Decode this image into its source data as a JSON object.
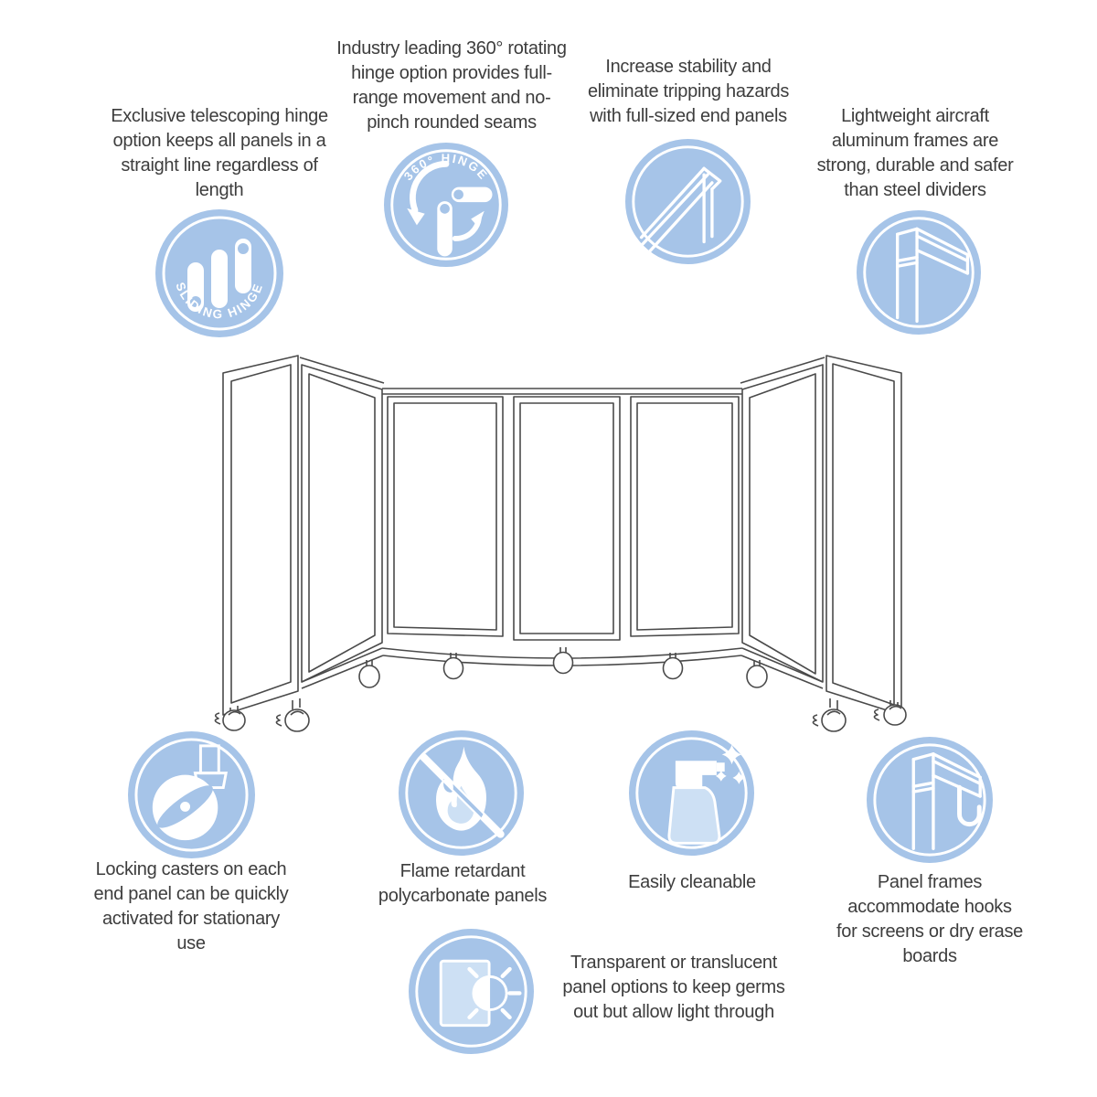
{
  "colors": {
    "icon_blue": "#a6c4e8",
    "icon_light_blue": "#cde0f4",
    "text": "#3d3d3d",
    "line_art": "#4a4a4a",
    "background": "#ffffff"
  },
  "illustration": "room-divider-line-drawing",
  "features": {
    "sliding_hinge": {
      "icon": "sliding-hinge-badge-icon",
      "badge_label": "SLIDING HINGE",
      "caption": "Exclusive telescoping hinge\noption keeps all panels in a\nstraight line regardless of\nlength"
    },
    "rotating_hinge": {
      "icon": "360-hinge-badge-icon",
      "badge_label": "360° HINGE",
      "caption": "Industry leading 360° rotating\nhinge option provides full-\nrange movement and no-\npinch rounded seams"
    },
    "end_panels": {
      "icon": "end-panel-icon",
      "caption": "Increase stability and\neliminate tripping hazards\nwith full-sized end panels"
    },
    "aluminum_frame": {
      "icon": "aluminum-frame-icon",
      "caption": "Lightweight aircraft\naluminum frames are\nstrong, durable and safer\nthan steel dividers"
    },
    "locking_casters": {
      "icon": "locking-caster-icon",
      "caption": "Locking casters on each\nend panel can be quickly\nactivated for stationary\nuse"
    },
    "flame_retardant": {
      "icon": "no-flame-icon",
      "caption": "Flame retardant\npolycarbonate panels"
    },
    "easily_cleanable": {
      "icon": "spray-bottle-icon",
      "caption": "Easily cleanable"
    },
    "hooks": {
      "icon": "frame-hook-icon",
      "caption": "Panel frames\naccommodate hooks\nfor screens or dry erase\nboards"
    },
    "translucent_panels": {
      "icon": "light-through-panel-icon",
      "caption": "Transparent or translucent\npanel options to keep germs\nout but allow light through"
    }
  }
}
